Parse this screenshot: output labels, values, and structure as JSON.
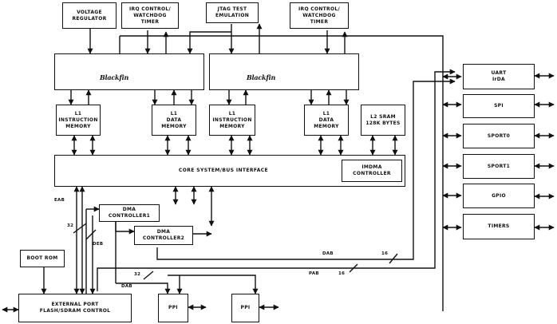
{
  "blocks": {
    "voltage_regulator": "VOLTAGE\nREGULATOR",
    "irq_watchdog_1": "IRQ CONTROL/\nWATCHDOG\nTIMER",
    "jtag": "JTAG TEST\nEMULATION",
    "irq_watchdog_2": "IRQ CONTROL/\nWATCHDOG\nTIMER",
    "l1_instr_1": "L1\nINSTRUCTION\nMEMORY",
    "l1_data_1": "L1\nDATA\nMEMORY",
    "l1_instr_2": "L1\nINSTRUCTION\nMEMORY",
    "l1_data_2": "L1\nDATA\nMEMORY",
    "l2_sram": "L2 SRAM\n128K BYTES",
    "core_bus": "CORE SYSTEM/BUS INTERFACE",
    "imdma": "IMDMA\nCONTROLLER",
    "dma1": "DMA\nCONTROLLER1",
    "dma2": "DMA\nCONTROLLER2",
    "boot_rom": "BOOT ROM",
    "ext_port": "EXTERNAL PORT\nFLASH/SDRAM CONTROL",
    "ppi_1": "PPI",
    "ppi_2": "PPI",
    "uart": "UART\nIrDA",
    "spi": "SPI",
    "sport0": "SPORT0",
    "sport1": "SPORT1",
    "gpio": "GPIO",
    "timers": "TIMERS"
  },
  "logos": {
    "processor_1": "Blackfin",
    "processor_2": "Blackfin"
  },
  "bus_labels": {
    "eab": "EAB",
    "deb": "DEB",
    "dab_1": "DAB",
    "dab_2": "DAB",
    "pab": "PAB",
    "width_32_a": "32",
    "width_32_b": "32",
    "width_16_a": "16",
    "width_16_b": "16"
  },
  "colors": {
    "ink": "#111111",
    "background": "#ffffff"
  }
}
